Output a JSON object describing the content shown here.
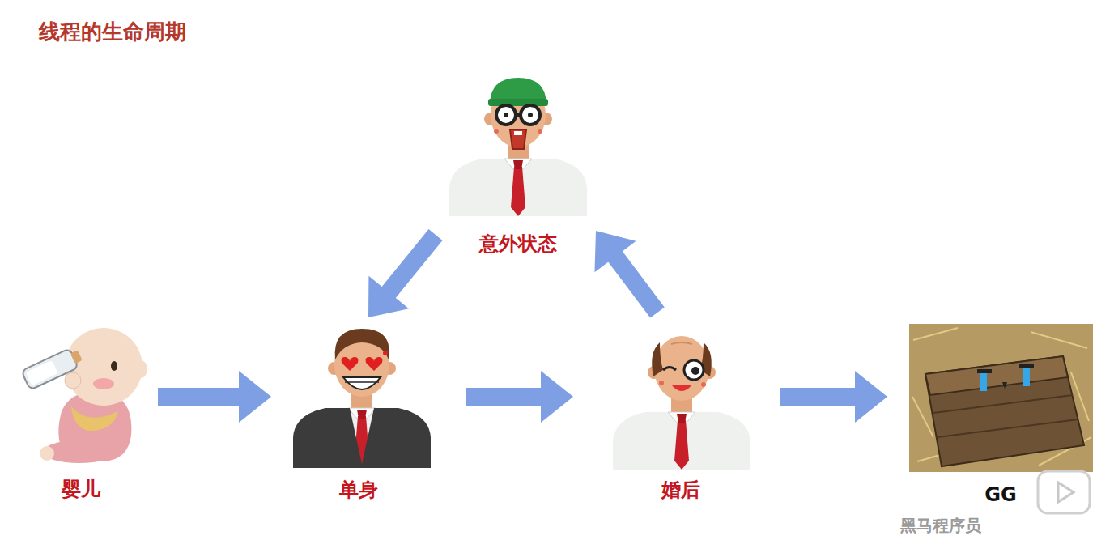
{
  "diagram": {
    "title": "线程的生命周期",
    "nodes": [
      {
        "text": [
          "意外状态"
        ]
      },
      {
        "text": [
          "婴儿"
        ]
      },
      {
        "text": [
          "单身"
        ]
      },
      {
        "text": [
          "婚后"
        ]
      },
      {
        "text": [
          "GG"
        ]
      }
    ],
    "edges": [
      {
        "from": 1,
        "to": 2,
        "arrow": "to"
      },
      {
        "from": 2,
        "to": 3,
        "arrow": "to"
      },
      {
        "from": 3,
        "to": 4,
        "arrow": "to"
      },
      {
        "from": 3,
        "to": 0,
        "arrow": "to"
      },
      {
        "from": 0,
        "to": 2,
        "arrow": "to"
      }
    ],
    "labels": [
      "黑马程序员"
    ]
  }
}
